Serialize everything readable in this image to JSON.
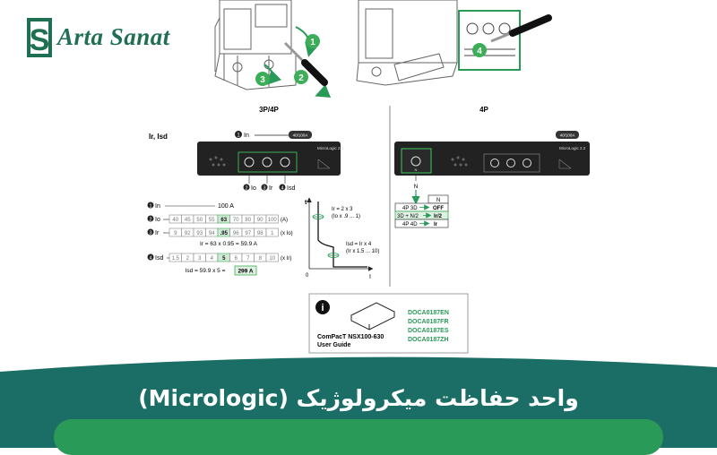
{
  "logo": {
    "mark": "S",
    "name": "Arta Sanat"
  },
  "colors": {
    "teal": "#1b6e66",
    "green": "#2a9a58",
    "highlight": "#3cae58",
    "panel": "#222222"
  },
  "step_numbers": [
    "1",
    "2",
    "3",
    "4"
  ],
  "sections": {
    "left": {
      "title": "3P/4P",
      "param_label": "Ir, Isd",
      "in_marker": "In",
      "device_tag": "40/100A",
      "device_name": "MicroLogic 2.2",
      "dial_labels": [
        "Io",
        "Ir",
        "Isd"
      ],
      "dial_nums": [
        "2",
        "3",
        "4"
      ]
    },
    "right": {
      "title": "4P",
      "device_tag": "40/100A",
      "device_name": "MicroLogic 2.2",
      "n_label": "N"
    }
  },
  "tables": {
    "in_row": {
      "num": "1",
      "label": "In",
      "value": "100 A"
    },
    "io_row": {
      "num": "2",
      "label": "Io",
      "values": [
        "40",
        "45",
        "50",
        "55",
        "63",
        "70",
        "80",
        "90",
        "100"
      ],
      "selected": "63",
      "unit": "(A)"
    },
    "ir_row": {
      "num": "3",
      "label": "Ir",
      "values": [
        "9",
        "92",
        "93",
        "94",
        ".95",
        "96",
        "97",
        "98",
        "1"
      ],
      "selected": ".95",
      "unit": "(x Io)"
    },
    "ir_formula": "Ir = 63 x 0.95 = 59.9 A",
    "isd_row": {
      "num": "4",
      "label": "Isd",
      "values": [
        "1.5",
        "2",
        "3",
        "4",
        "5",
        "6",
        "7",
        "8",
        "10"
      ],
      "selected": "5",
      "unit": "(x Ir)"
    },
    "isd_formula_prefix": "Isd = 59.9 x 5 =",
    "isd_formula_result": "299 A"
  },
  "curve": {
    "t_label": "t",
    "i_label": "I",
    "origin": "0",
    "ir_note_1": "Ir = 2 x 3",
    "ir_note_2": "(Io x .9 ... 1)",
    "isd_note_1": "Isd = Ir x 4",
    "isd_note_2": "(Ir x 1.5 ... 10)"
  },
  "neutral_table": {
    "header": "N",
    "rows": [
      {
        "mode": "4P 3D",
        "value": "OFF"
      },
      {
        "mode": "3D + N/2",
        "value": "Ir/2"
      },
      {
        "mode": "4P 4D",
        "value": "Ir"
      }
    ]
  },
  "guide": {
    "info_icon": "i",
    "title_1": "ComPacT NSX100-630",
    "title_2": "User Guide",
    "docs": [
      "DOCA0187EN",
      "DOCA0187FR",
      "DOCA0187ES",
      "DOCA0187ZH"
    ]
  },
  "banner_title": "واحد حفاظت میکرولوژیک (Micrologic)"
}
